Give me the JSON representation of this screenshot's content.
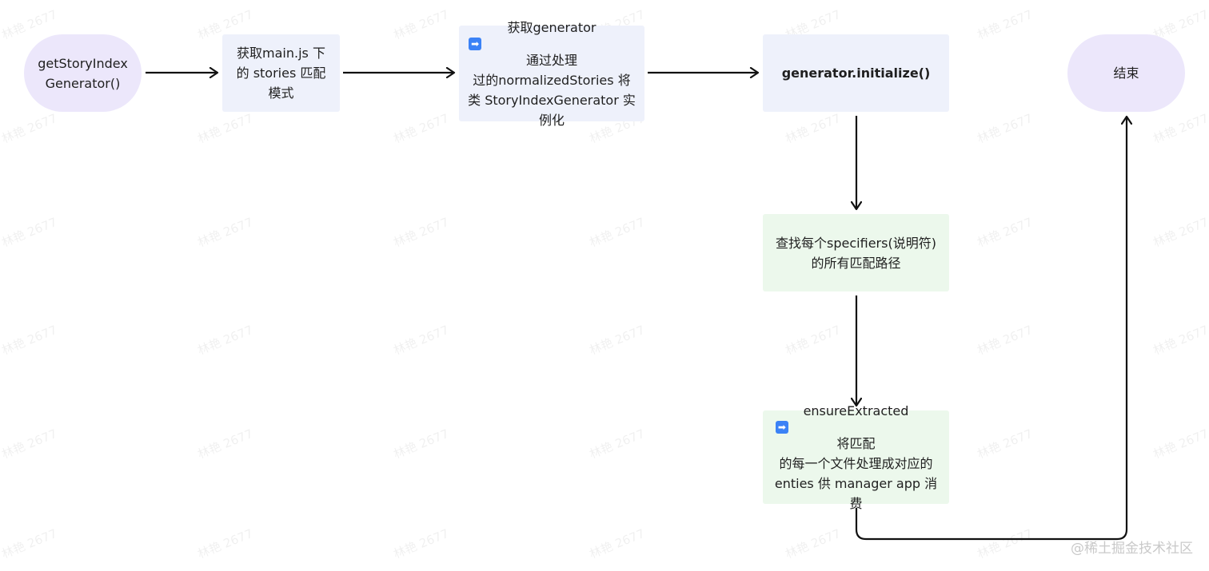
{
  "nodes": {
    "start": {
      "line1": "getStoryIndex",
      "line2": "Generator()"
    },
    "step1": {
      "line1": "获取main.js 下",
      "line2": "的 stories 匹配",
      "line3": "模式"
    },
    "step2": {
      "line1a": "获取generator",
      "arrow_icon": "➡",
      "line1b": "通过处理",
      "line2": "过的normalizedStories 将",
      "line3": "类 StoryIndexGenerator 实",
      "line4": "例化"
    },
    "step3": {
      "line1": "generator.initialize()"
    },
    "step4": {
      "line1": "查找每个specifiers(说明符)",
      "line2": "的所有匹配路径"
    },
    "step5": {
      "line1a": "ensureExtracted",
      "arrow_icon": "➡",
      "line1b": "将匹配",
      "line2": "的每一个文件处理成对应的",
      "line3": "enties 供 manager app 消",
      "line4": "费"
    },
    "end": {
      "line1": "结束"
    }
  },
  "watermark_text": "林艳 2677",
  "footer_credit": "@稀土掘金技术社区",
  "colors": {
    "terminal_fill": "#ece7fb",
    "process_fill": "#eef1fb",
    "green_fill": "#ecf8ec",
    "edge": "#111111"
  }
}
